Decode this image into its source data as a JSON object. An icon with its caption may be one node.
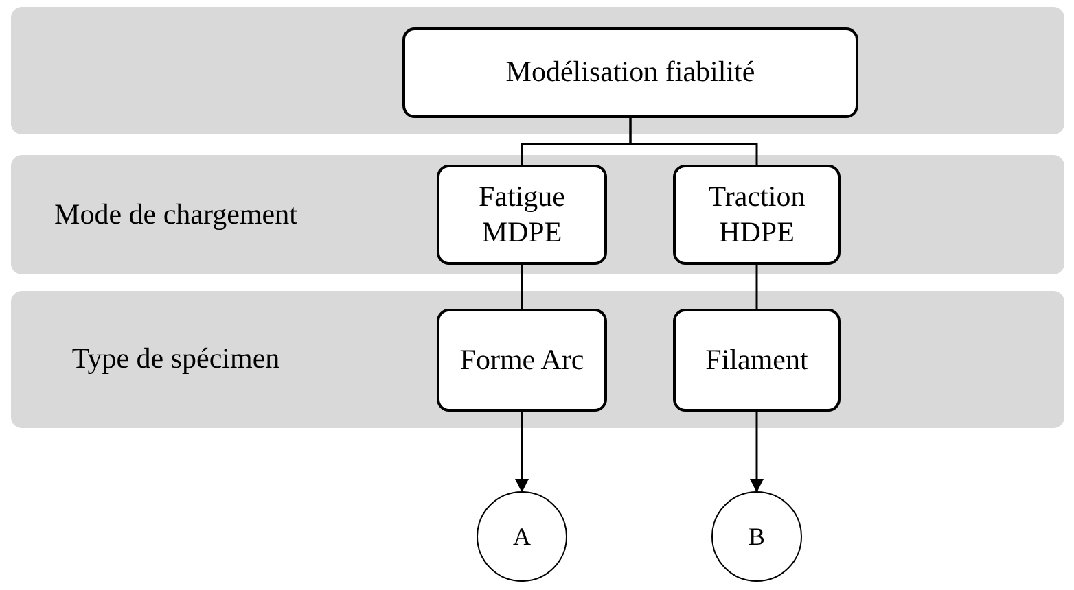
{
  "diagram": {
    "nodes": [
      {
        "text": [],
        "shape": "box"
      },
      {
        "text": [
          "Modélisation fiabilité"
        ],
        "in": 0
      },
      {
        "text": [
          "Mode de chargement"
        ]
      },
      {
        "text": [
          "Fatigue MDPE"
        ],
        "in": 2
      },
      {
        "text": [
          "Traction HDPE"
        ],
        "in": 2
      },
      {
        "text": [
          "Type de spécimen"
        ]
      },
      {
        "text": [
          "Forme Arc"
        ],
        "in": 5
      },
      {
        "text": [
          "Filament"
        ],
        "in": 5
      },
      {
        "text": [
          "A"
        ]
      },
      {
        "text": [
          "B"
        ]
      }
    ],
    "edges": [
      {
        "from": 1,
        "to": 3,
        "arrow": "none"
      },
      {
        "from": 1,
        "to": 4,
        "arrow": "none"
      },
      {
        "from": 3,
        "to": 6,
        "arrow": "none"
      },
      {
        "from": 4,
        "to": 7,
        "arrow": "none"
      },
      {
        "from": 6,
        "to": 8,
        "arrow": "to"
      },
      {
        "from": 7,
        "to": 9,
        "arrow": "to"
      }
    ]
  }
}
